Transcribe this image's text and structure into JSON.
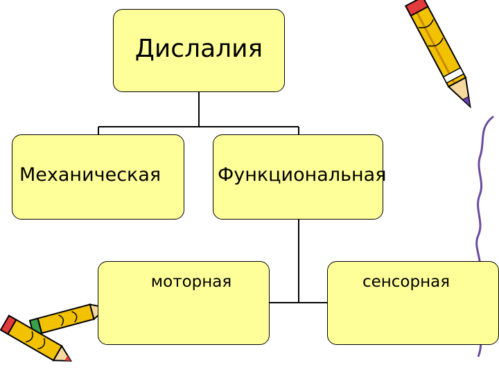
{
  "diagram": {
    "root": "Дислалия",
    "children": [
      "Механическая",
      "Функциональная"
    ],
    "grandchildren": [
      "моторная",
      "сенсорная"
    ]
  },
  "colors": {
    "box_fill": "#ffff99",
    "lines": "#000000"
  },
  "decorations": [
    "pencil-top-right-icon",
    "pencils-bottom-left-icon",
    "wavy-border-line"
  ]
}
